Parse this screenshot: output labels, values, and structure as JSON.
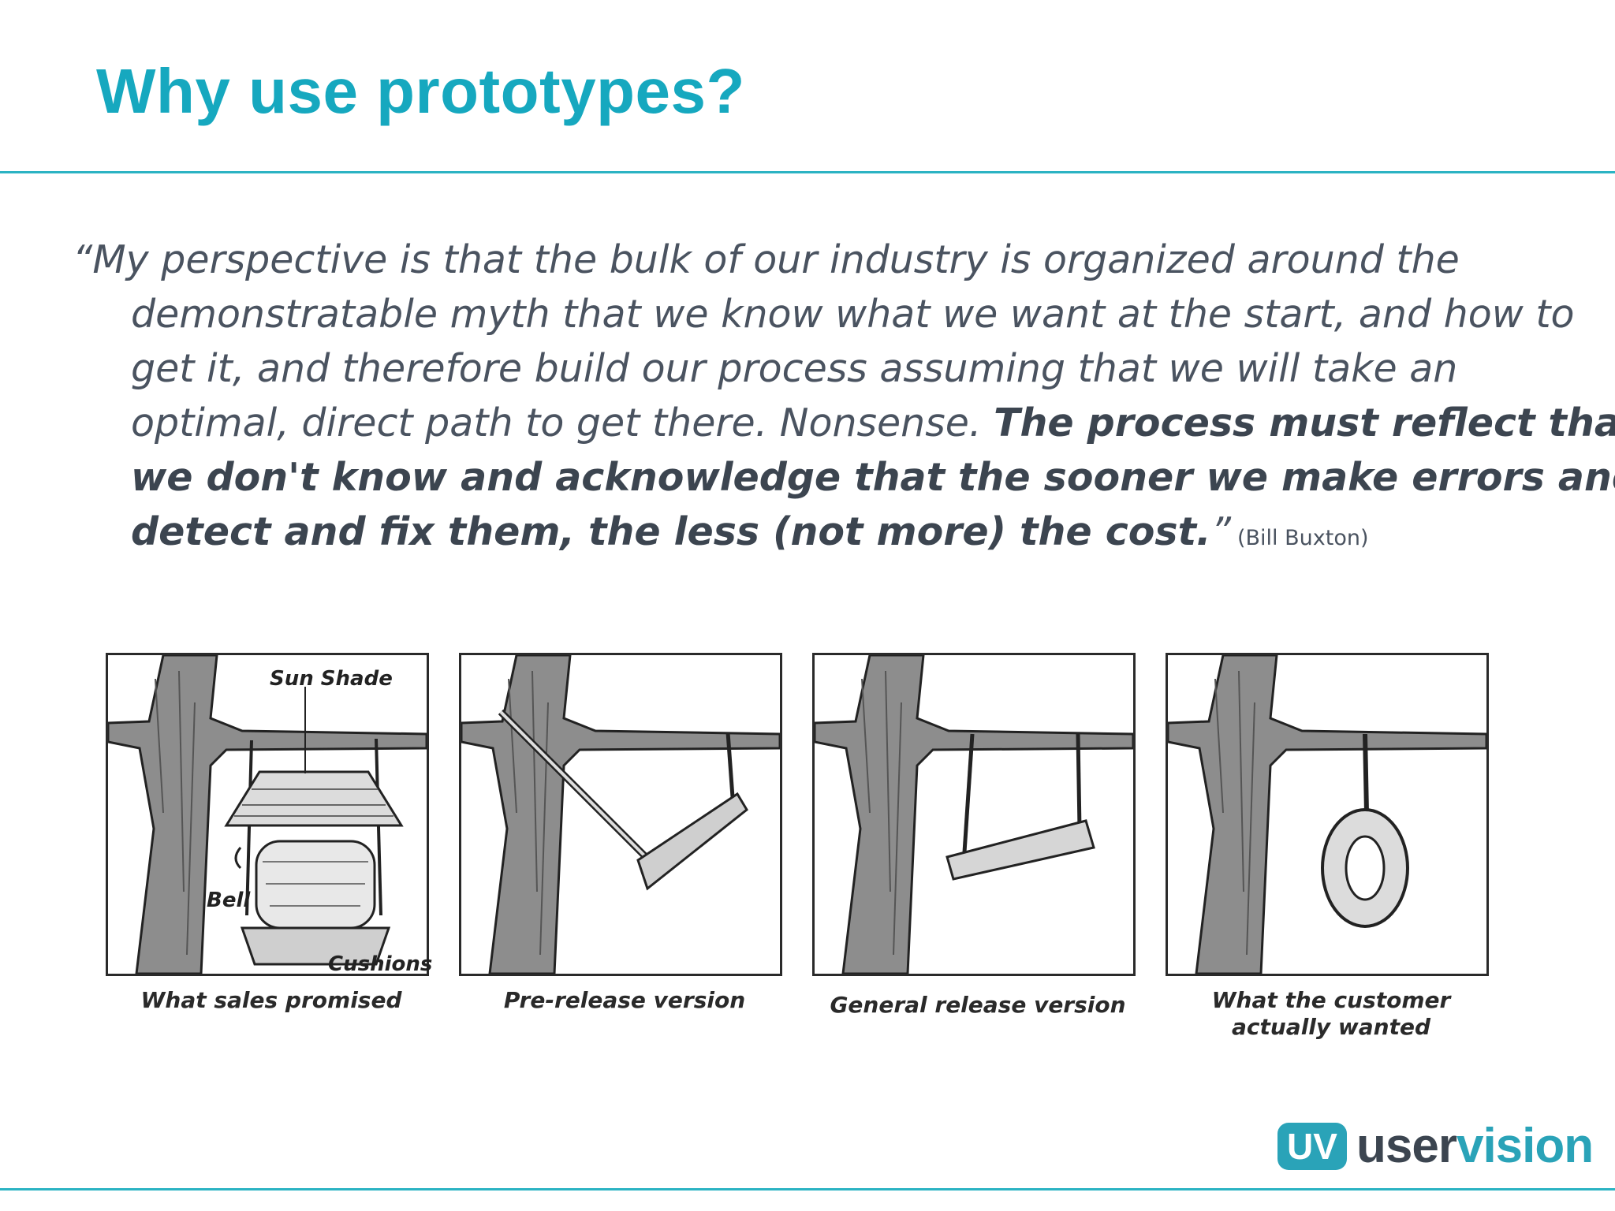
{
  "title": "Why use prototypes?",
  "quote": {
    "lines": [
      "“My perspective is that the bulk of our industry is organized around the",
      "demonstratable myth that we know what we want at the start, and how to",
      "get it, and therefore build our process assuming that we will take an"
    ],
    "line4_plain": "optimal, direct path to get there. Nonsense. ",
    "line4_bold": "The process must reflect that",
    "line5_bold": "we don't know and acknowledge that the sooner we make errors and",
    "line6_bold": "detect and fix them, the less (not more) the cost.",
    "closing_mark": "”",
    "attribution": "(Bill Buxton)"
  },
  "cartoon": {
    "panels": [
      {
        "caption": "What sales promised",
        "labels": [
          "Sun Shade",
          "Bell",
          "Cushions"
        ]
      },
      {
        "caption": "Pre-release version"
      },
      {
        "caption": "General release version"
      },
      {
        "caption_line1": "What the customer",
        "caption_line2": "actually wanted"
      }
    ]
  },
  "logo": {
    "badge": "UV",
    "text_dark": "user",
    "text_accent": "vision"
  },
  "colors": {
    "title": "#16a8bf",
    "rule": "#2bb3c3",
    "body_text": "#4a5360",
    "logo_accent": "#2aa3b8"
  }
}
